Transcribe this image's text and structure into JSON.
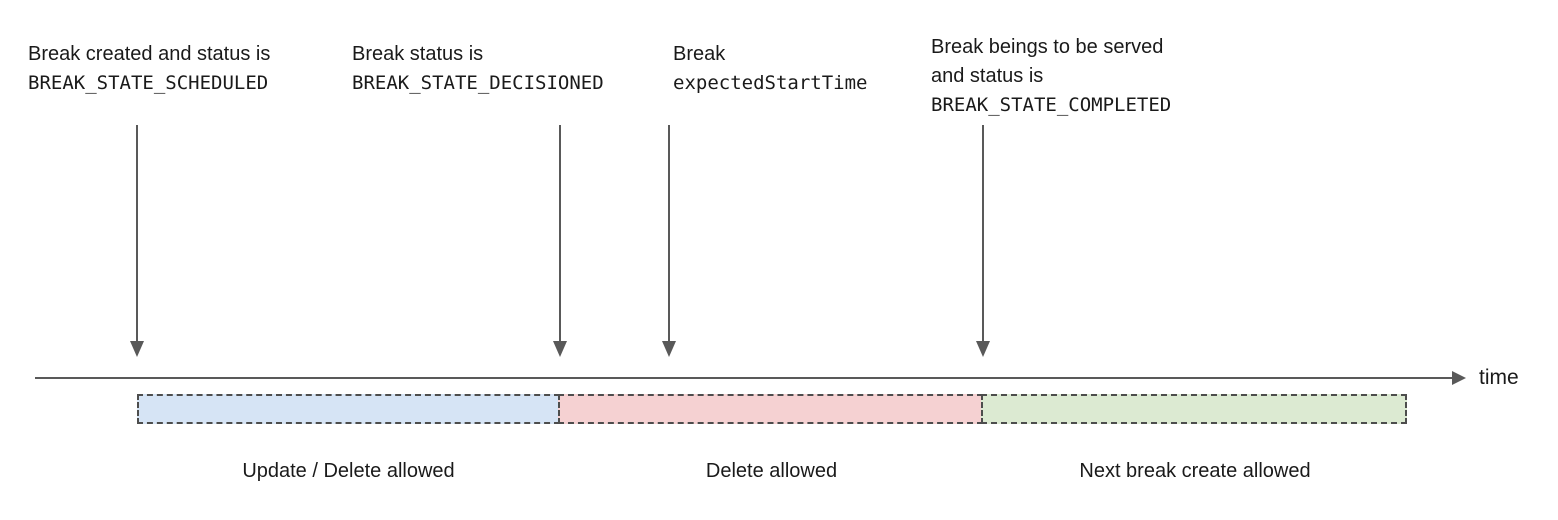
{
  "annotations": [
    {
      "line1": "Break created and status is",
      "line2": "BREAK_STATE_SCHEDULED"
    },
    {
      "line1": "Break status is",
      "line2": "BREAK_STATE_DECISIONED"
    },
    {
      "line1": "Break",
      "line2": "expectedStartTime"
    },
    {
      "line1": "Break beings to be served",
      "line2": "and status is",
      "line3": "BREAK_STATE_COMPLETED"
    }
  ],
  "timeline": {
    "axis_label": "time"
  },
  "segments": [
    {
      "label": "Update / Delete allowed",
      "color": "#d6e4f5"
    },
    {
      "label": "Delete allowed",
      "color": "#f5d1d2"
    },
    {
      "label": "Next break create allowed",
      "color": "#dcead2"
    }
  ],
  "colors": {
    "arrow_gray": "#595959",
    "dashed_border": "#4d4d4d",
    "text": "#1a1a1a"
  }
}
